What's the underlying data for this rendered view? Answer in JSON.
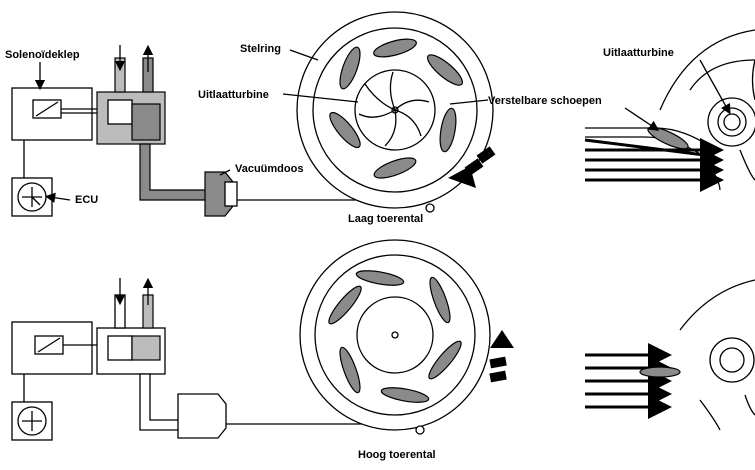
{
  "labels": {
    "solenoid_valve": "Solenoïdeklep",
    "ecu": "ECU",
    "adjusting_ring": "Stelring",
    "exhaust_turbine_center": "Uitlaatturbine",
    "adjustable_vanes": "Verstelbare schoepen",
    "vacuum_box": "Vacuümdoos",
    "low_rpm": "Laag toerental",
    "high_rpm": "Hoog toerental",
    "exhaust_turbine_right": "Uitlaatturbine"
  },
  "colors": {
    "shading": "#8a8a8a",
    "line": "#000000",
    "background": "#ffffff"
  }
}
